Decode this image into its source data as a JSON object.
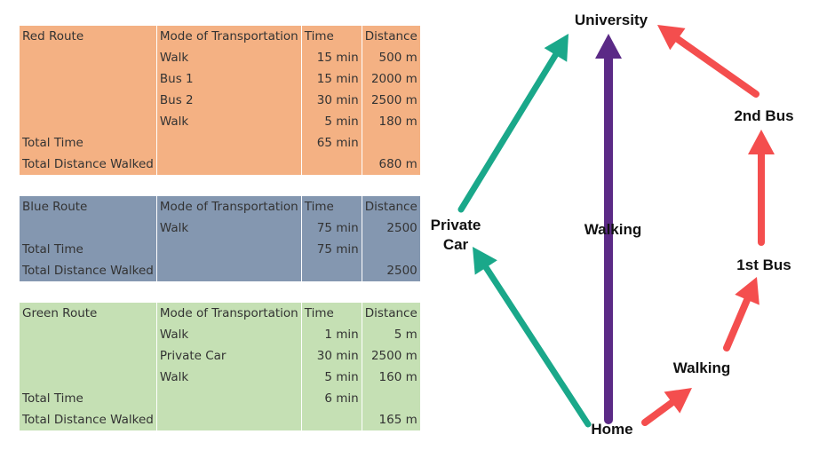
{
  "table": {
    "routes": [
      {
        "key": "red",
        "name": "Red Route",
        "header": {
          "mode": "Mode of Transportation",
          "time": "Time",
          "distance": "Distance"
        },
        "legs": [
          {
            "mode": "Walk",
            "time": "15 min",
            "distance": "500 m"
          },
          {
            "mode": "Bus 1",
            "time": "15 min",
            "distance": "2000 m"
          },
          {
            "mode": "Bus 2",
            "time": "30 min",
            "distance": "2500 m"
          },
          {
            "mode": "Walk",
            "time": "5 min",
            "distance": "180 m"
          }
        ],
        "total_time_label": "Total Time",
        "total_time": "65 min",
        "total_distance_label": "Total Distance Walked",
        "total_distance": "680 m"
      },
      {
        "key": "blue",
        "name": "Blue Route",
        "header": {
          "mode": "Mode of Transportation",
          "time": "Time",
          "distance": "Distance"
        },
        "legs": [
          {
            "mode": "Walk",
            "time": "75 min",
            "distance": "2500"
          }
        ],
        "total_time_label": "Total Time",
        "total_time": "75 min",
        "total_distance_label": "Total Distance Walked",
        "total_distance": "2500"
      },
      {
        "key": "green",
        "name": "Green Route",
        "header": {
          "mode": "Mode of Transportation",
          "time": "Time",
          "distance": "Distance"
        },
        "legs": [
          {
            "mode": "Walk",
            "time": "1 min",
            "distance": "5 m"
          },
          {
            "mode": "Private Car",
            "time": "30 min",
            "distance": "2500 m"
          },
          {
            "mode": "Walk",
            "time": "5 min",
            "distance": "160 m"
          }
        ],
        "total_time_label": "Total Time",
        "total_time": "6 min",
        "total_distance_label": "Total Distance Walked",
        "total_distance": "165 m"
      }
    ]
  },
  "diagram": {
    "nodes": {
      "university": "University",
      "home": "Home",
      "private_car_line1": "Private",
      "private_car_line2": "Car",
      "walking_center": "Walking",
      "walking_right": "Walking",
      "first_bus": "1st Bus",
      "second_bus": "2nd Bus"
    },
    "colors": {
      "green_route": "#1aa88a",
      "blue_route": "#5b2a86",
      "red_route": "#f44e4e"
    }
  }
}
